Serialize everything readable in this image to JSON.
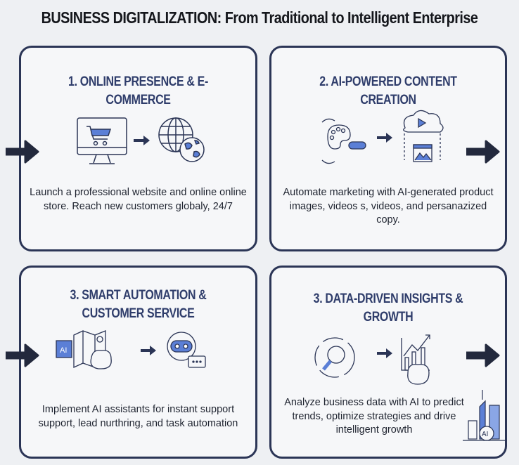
{
  "title": "BUSINESS DIGITALIZATION: From Traditional to Intelligent Enterprise",
  "cards": [
    {
      "title": "1. ONLINE PRESENCE & E-COMMERCE",
      "description": "Launch a professional website and online online store. Reach new customers globaly, 24/7"
    },
    {
      "title": "2. AI-POWERED CONTENT CREATION",
      "description": "Automate marketing with AI-generated product images, videos s, videos, and persanazized copy."
    },
    {
      "title_line1": "3. SMART AUTOMATION &",
      "title_line2": "CUSTOMER SERVICE",
      "description": "Implement AI assistants for instant support support, lead nurthring, and task automation",
      "chip_label": "AI"
    },
    {
      "title": "3. DATA-DRIVEN INSIGHTS & GROWTH",
      "description": "Analyze business data with AI to predict trends, optimize strategies and drive intelligent growth",
      "city_label": "AI"
    }
  ],
  "colors": {
    "border": "#2b3556",
    "title": "#2f3d6b",
    "accent": "#5b7fd6"
  }
}
